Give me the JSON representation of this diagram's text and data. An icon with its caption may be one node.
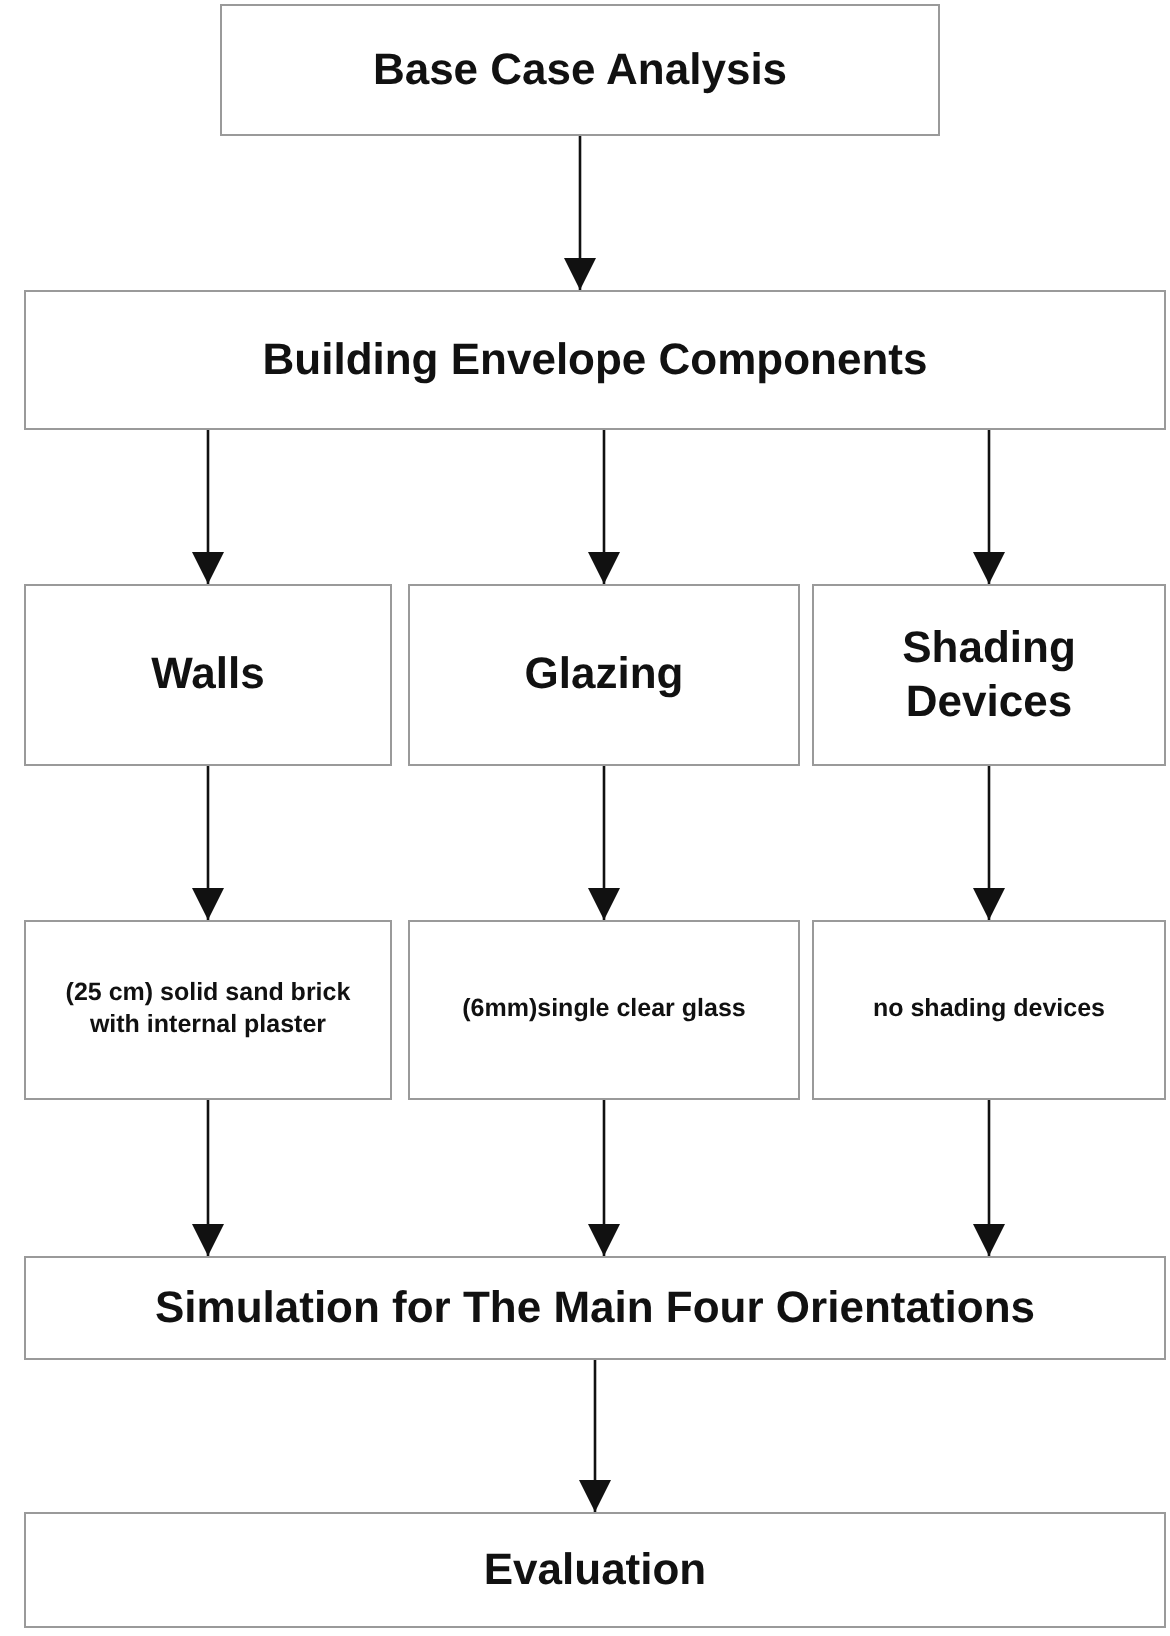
{
  "diagram": {
    "nodes": [
      {
        "text": [
          "Base Case Analysis"
        ]
      },
      {
        "text": [
          "Building Envelope Components"
        ]
      },
      {
        "text": [
          "Walls"
        ]
      },
      {
        "text": [
          "Glazing"
        ]
      },
      {
        "text": [
          "Shading Devices"
        ]
      },
      {
        "text": [
          "(25 cm) solid sand brick with internal plaster"
        ]
      },
      {
        "text": [
          "(6mm)single clear glass"
        ]
      },
      {
        "text": [
          "no shading devices"
        ]
      },
      {
        "text": [
          "Simulation for The Main Four Orientations"
        ]
      },
      {
        "text": [
          "Evaluation"
        ]
      }
    ],
    "edges": [
      {
        "from": 0,
        "to": 1,
        "arrow": "to"
      },
      {
        "from": 1,
        "to": 2,
        "arrow": "to"
      },
      {
        "from": 1,
        "to": 3,
        "arrow": "to"
      },
      {
        "from": 1,
        "to": 4,
        "arrow": "to"
      },
      {
        "from": 2,
        "to": 5,
        "arrow": "to"
      },
      {
        "from": 3,
        "to": 6,
        "arrow": "to"
      },
      {
        "from": 4,
        "to": 7,
        "arrow": "to"
      },
      {
        "from": 5,
        "to": 8,
        "arrow": "to"
      },
      {
        "from": 6,
        "to": 8,
        "arrow": "to"
      },
      {
        "from": 7,
        "to": 8,
        "arrow": "to"
      },
      {
        "from": 8,
        "to": 9,
        "arrow": "to"
      }
    ]
  }
}
